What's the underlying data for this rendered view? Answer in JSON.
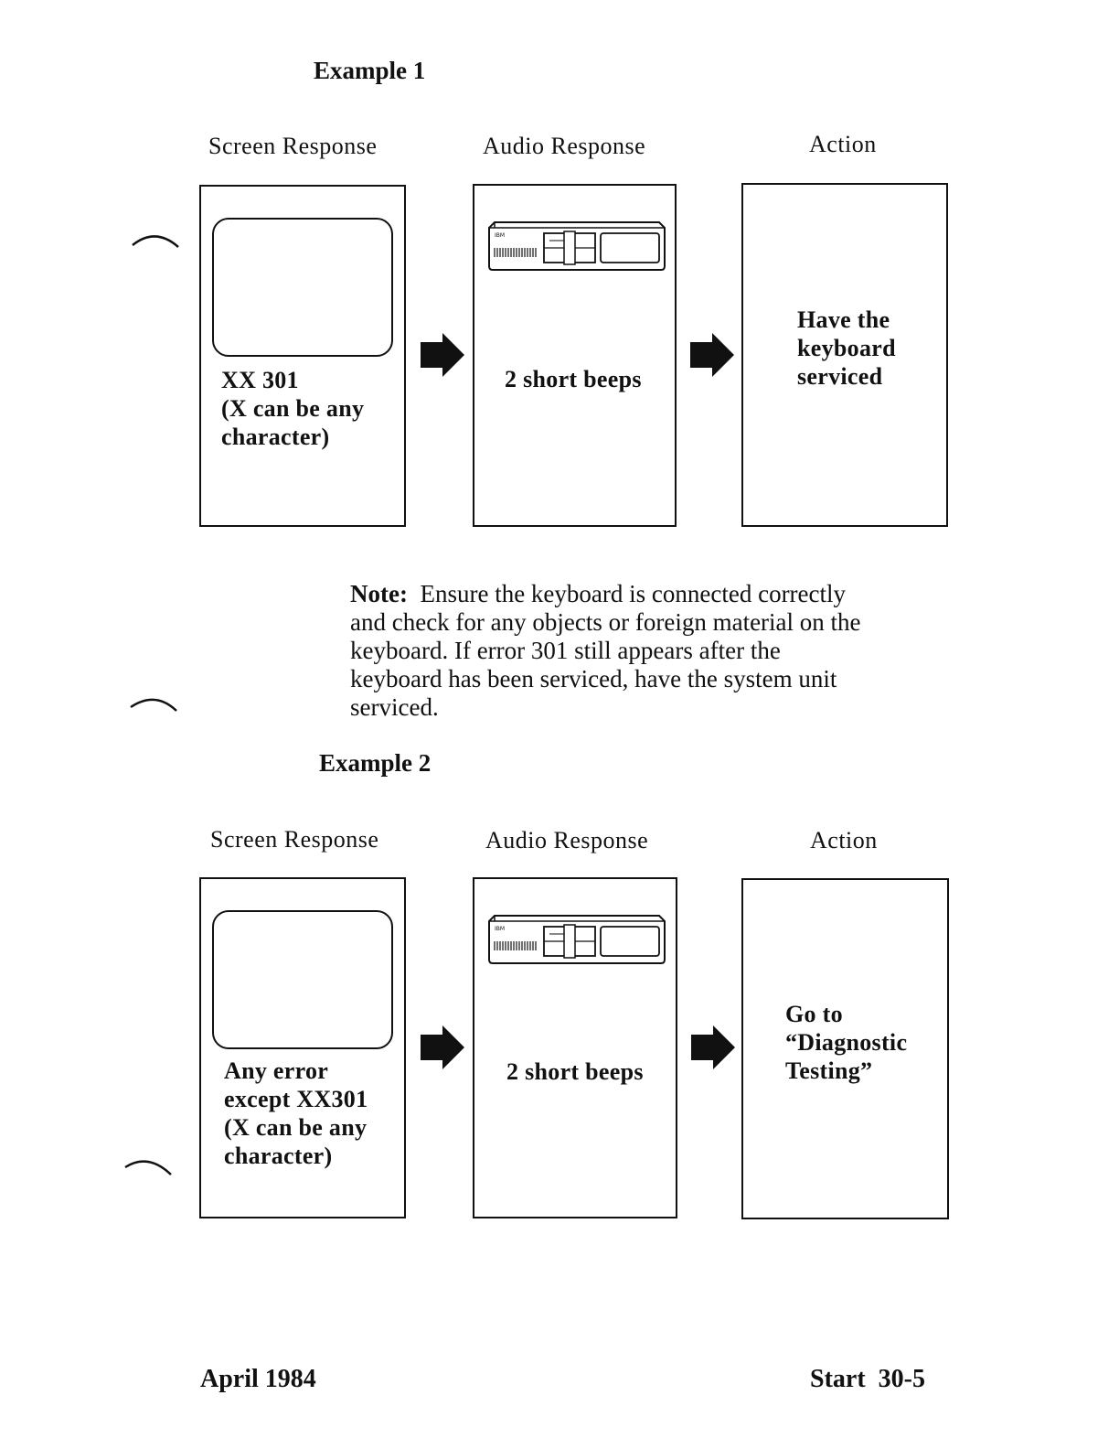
{
  "example1": {
    "title": "Example 1",
    "headers": {
      "screen": "Screen Response",
      "audio": "Audio Response",
      "action": "Action"
    },
    "screen_lines": [
      "XX 301",
      "(X can be any",
      "character)"
    ],
    "audio_text": "2 short beeps",
    "action_lines": [
      "Have the",
      "keyboard",
      "serviced"
    ]
  },
  "note": {
    "label": "Note:",
    "lines": [
      "Ensure the keyboard is connected correctly",
      "and check for any objects or foreign material on the",
      "keyboard.  If error 301 still appears after the",
      "keyboard has been serviced, have the system unit",
      "serviced."
    ]
  },
  "example2": {
    "title": "Example 2",
    "headers": {
      "screen": "Screen Response",
      "audio": "Audio Response",
      "action": "Action"
    },
    "screen_lines": [
      "Any error",
      "except XX301",
      "(X can be any",
      "character)"
    ],
    "audio_text": "2 short beeps",
    "action_lines": [
      "Go to",
      "“Diagnostic",
      "Testing”"
    ]
  },
  "pc_logo_text": "IBM",
  "footer": {
    "left": "April 1984",
    "right": "Start  30-5"
  }
}
